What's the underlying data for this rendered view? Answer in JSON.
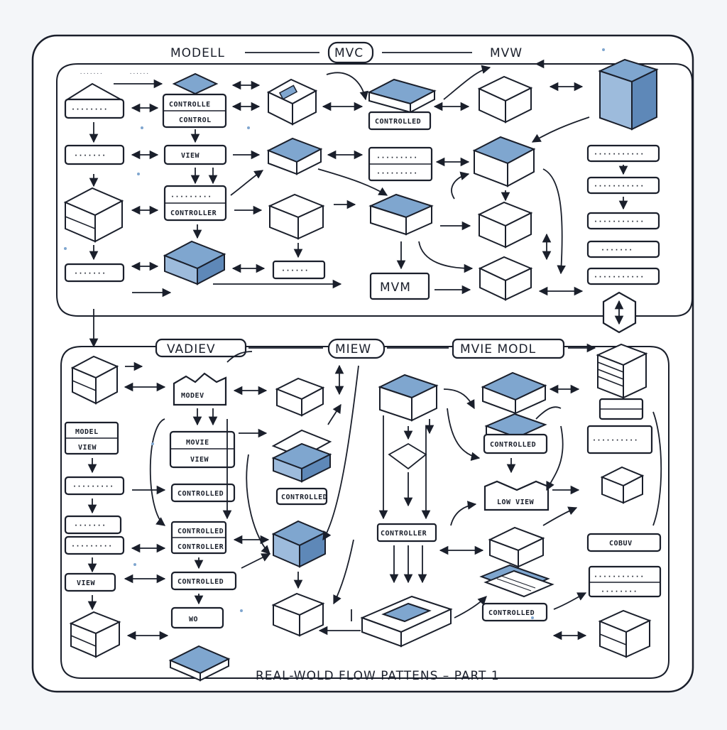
{
  "headers": {
    "top_left": "MODELL",
    "top_center": "MVC",
    "top_right": "MVW",
    "bottom_left": "VADIEV",
    "bottom_center": "MIEW",
    "bottom_right": "MVIE MODL"
  },
  "labels": {
    "ctrl_top_a": "CONTROLLE",
    "ctrl_top_b": "CONTROL",
    "controller_mid": "CONTROLLER",
    "view_top": "VIEW",
    "controlled": "CONTROLLED",
    "mvm": "MVM",
    "model_view_a": "MODEL",
    "model_view_b": "VIEW",
    "view_low": "VIEW",
    "mode_box": "MODEV",
    "movie_a": "MOVIE",
    "movie_b": "VIEW",
    "controlled_b": "CONTROLLED",
    "controlled_c": "CONTROLLED",
    "controller_low": "CONTROLLER",
    "controlled_d": "CONTROLLED",
    "wo": "WO",
    "controlled_e": "CONTROLLED",
    "controller_e": "CONTROLLER",
    "cobuv": "COBUV",
    "low_view": "LOW VIEW"
  },
  "footer": "REAL-WOLD FLOW PATTENS – PART 1"
}
